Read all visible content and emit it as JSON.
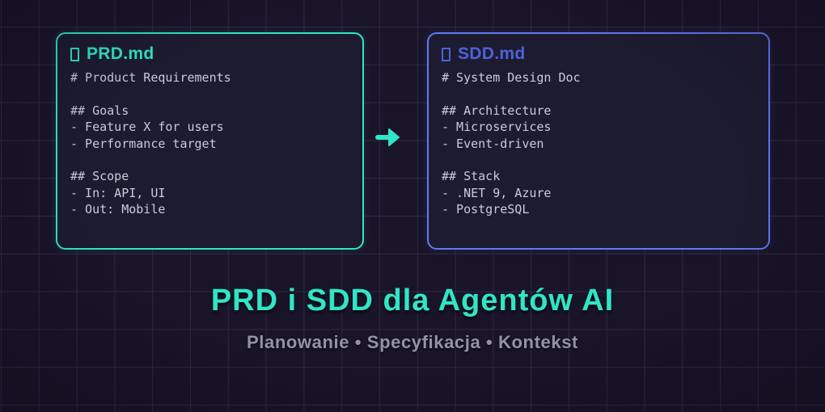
{
  "background": {
    "color": "#1a1429",
    "grid_color": "#2f2a42"
  },
  "cards": [
    {
      "icon": "emoji-placeholder",
      "title": "PRD.md",
      "accent_color": "#2fe6c6",
      "body": "# Product Requirements\n\n## Goals\n- Feature X for users\n- Performance target\n\n## Scope\n- In: API, UI\n- Out: Mobile"
    },
    {
      "icon": "emoji-placeholder",
      "title": "SDD.md",
      "accent_color": "#6279f0",
      "title_color": "#4c63d8",
      "body": "# System Design Doc\n\n## Architecture\n- Microservices\n- Event-driven\n\n## Stack\n- .NET 9, Azure\n- PostgreSQL"
    }
  ],
  "arrow": {
    "glyph": "→",
    "color": "#2fe6c6"
  },
  "title_block": {
    "title": "PRD i SDD dla Agentów AI",
    "title_color": "#2fe6c6",
    "subtitle": "Planowanie • Specyfikacja • Kontekst",
    "subtitle_color": "#9193a8"
  }
}
